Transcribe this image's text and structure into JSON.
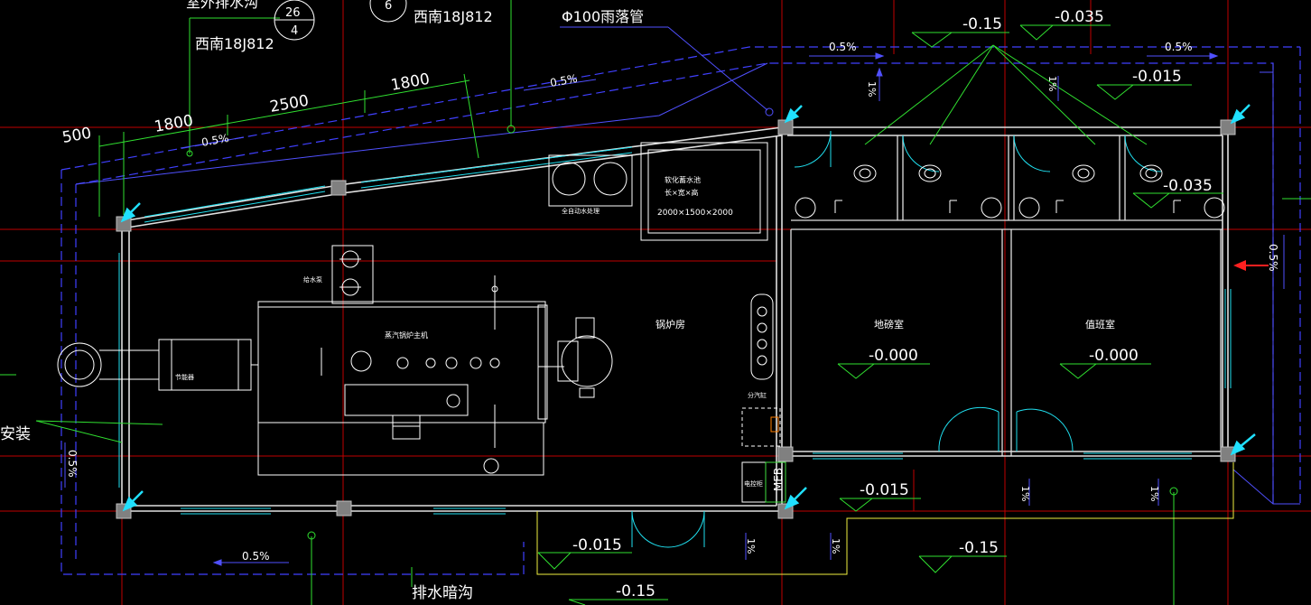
{
  "drawing": {
    "annotations": {
      "drain_channel_top": "室外排水沟",
      "detail_ref_top": "西南18J812",
      "detail_ref_mid": "西南18J812",
      "detail_ref_bubble_a_top": "26",
      "detail_ref_bubble_a_bottom": "4",
      "detail_ref_bubble_b": "6",
      "rain_pipe": "Φ100雨落管",
      "install_note": "安装",
      "drain_channel_bottom": "排水暗沟"
    },
    "dimensions": [
      "500",
      "1800",
      "2500",
      "1800"
    ],
    "slopes": {
      "s1": "0.5%",
      "s2": "0.5%",
      "s3": "0.5%",
      "s4": "0.5%",
      "s5": "0.5%",
      "s6": "0.5%",
      "s7": "0.5%",
      "s8": "1%",
      "s9": "1%",
      "s10": "1%",
      "s11": "1%",
      "s12": "1%",
      "s13": "1%"
    },
    "elevations": {
      "e1": "-0.15",
      "e2": "-0.035",
      "e3": "-0.015",
      "e4": "-0.035",
      "e5": "-0.000",
      "e6": "-0.000",
      "e7": "-0.015",
      "e8": "-0.015",
      "e9": "-0.15",
      "e10": "-0.15"
    },
    "rooms": {
      "boiler_room": "锅炉房",
      "room_left": "地磅室",
      "room_right": "值班室"
    },
    "equipment": {
      "water_tank_title": "软化蓄水池",
      "water_tank_dims_label": "长×宽×高",
      "water_tank_size": "2000×1500×2000",
      "water_treatment": "全自动水处理",
      "feed_pump": "给水泵",
      "boiler_main": "蒸汽锅炉主机",
      "economizer": "节能器",
      "steam_header": "分汽缸",
      "meb": "MEB",
      "panel": "电控柜"
    }
  }
}
